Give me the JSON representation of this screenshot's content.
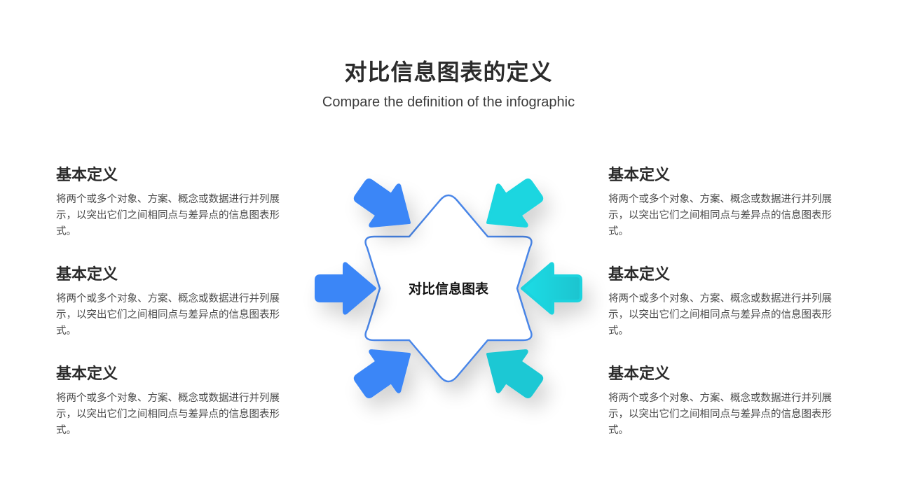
{
  "header": {
    "title": "对比信息图表的定义",
    "subtitle": "Compare the definition of the infographic"
  },
  "center": {
    "label": "对比信息图表"
  },
  "colors": {
    "blue": "#3b86f7",
    "cyan": "#1ad6e0",
    "cyan_dark": "#1cc8d4",
    "star_stroke": "#4a86e8",
    "title": "#2b2b2b",
    "body_text": "#4a4a4a"
  },
  "left_blocks": [
    {
      "heading": "基本定义",
      "text": "将两个或多个对象、方案、概念或数据进行并列展示，以突出它们之间相同点与差异点的信息图表形式。"
    },
    {
      "heading": "基本定义",
      "text": "将两个或多个对象、方案、概念或数据进行并列展示，以突出它们之间相同点与差异点的信息图表形式。"
    },
    {
      "heading": "基本定义",
      "text": "将两个或多个对象、方案、概念或数据进行并列展示，以突出它们之间相同点与差异点的信息图表形式。"
    }
  ],
  "right_blocks": [
    {
      "heading": "基本定义",
      "text": "将两个或多个对象、方案、概念或数据进行并列展示，以突出它们之间相同点与差异点的信息图表形式。"
    },
    {
      "heading": "基本定义",
      "text": "将两个或多个对象、方案、概念或数据进行并列展示，以突出它们之间相同点与差异点的信息图表形式。"
    },
    {
      "heading": "基本定义",
      "text": "将两个或多个对象、方案、概念或数据进行并列展示，以突出它们之间相同点与差异点的信息图表形式。"
    }
  ],
  "arrows": [
    {
      "id": "top-left",
      "direction": "down-right",
      "color": "blue"
    },
    {
      "id": "middle-left",
      "direction": "right",
      "color": "blue"
    },
    {
      "id": "bottom-left",
      "direction": "up-right",
      "color": "blue"
    },
    {
      "id": "top-right",
      "direction": "down-left",
      "color": "cyan"
    },
    {
      "id": "middle-right",
      "direction": "left",
      "color": "cyan"
    },
    {
      "id": "bottom-right",
      "direction": "up-left",
      "color": "cyan"
    }
  ]
}
